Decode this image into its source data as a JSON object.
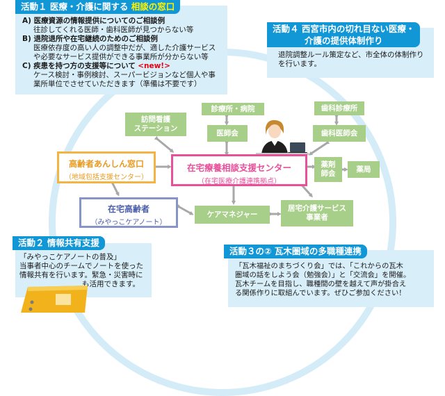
{
  "activity1": {
    "header_a": "活動１ 医療・介護に関する",
    "header_b": "相談の窓口",
    "items": [
      {
        "label": "A) 医療資源の情報提供についてのご相談例",
        "detail": [
          "往診してくれる医師・歯科医師が見つからない等"
        ]
      },
      {
        "label": "B) 退院退所や在宅継続のためのご相談例",
        "detail": [
          "医療依存度の高い人の調整中だが、適した介護サービス",
          "や必要なサービス提供ができる事業所が分からない等"
        ]
      },
      {
        "label": "C) 疾患を持つ方の支援等について",
        "new": "<new!>",
        "detail": [
          "ケース検討・事例検討、スーパービジョンなど個人や事",
          "業所単位でさせていただきます（準備は不要です）"
        ]
      }
    ]
  },
  "activity4": {
    "header_line1": "活動４ 西宮市内の切れ目ない医療・",
    "header_line2": "介護の提供体制作り",
    "body": [
      "退院調整ルール策定など、市全体の体制作り",
      "を行います。"
    ]
  },
  "activity2": {
    "header": "活動２ 情報共有支援",
    "body": [
      "「みやっこケアノートの普及」",
      "当事者中心のチームでノートを使った",
      "情報共有を行います。緊急・災害時に",
      "も活用できます。"
    ]
  },
  "activity3": {
    "header": "活動３の② 瓦木圏域の多職種連携",
    "body": [
      "「瓦木福祉のまちづくり会」では、「これからの瓦木",
      "圏域の話をしよう会（勉強会）」と「交流会」を開催。",
      "瓦木チームを目指し、職種間の壁を越えて声が掛合え",
      "る関係作りに取組んでいます。ぜひご参加ください！"
    ]
  },
  "diagram": {
    "houmon": [
      "訪問看護",
      "ステーション"
    ],
    "shinryojo": "診療所・病院",
    "ishikai": "医師会",
    "shika_shinryojo": "歯科診療所",
    "shika_ishikai": "歯科医師会",
    "center_title": "在宅療養相談支援センター",
    "center_sub": "（在宅医療介護連携拠点）",
    "anshin_title": "高齢者あんしん窓口",
    "anshin_sub": "（地域包括支援センター）",
    "yakuzai": [
      "薬剤",
      "師会"
    ],
    "yakkyoku": "薬局",
    "koureisha_title": "在宅高齢者",
    "koureisha_sub": "（みやっこケアノート）",
    "care_manager": "ケアマネジャー",
    "kyotaku": [
      "居宅介護サービス",
      "事業者"
    ]
  },
  "colors": {
    "header_blue": "#1196d6",
    "panel_bg": "#d8eef8",
    "ring": "#d3ecf7",
    "green_box": "#a8cf8a",
    "center_border": "#e8509a",
    "anshin_border": "#f3b443",
    "koureisha_border": "#8794c8",
    "new_red": "#e60012"
  },
  "icons": [
    "consultant-person-icon",
    "laptop-icon",
    "care-notebook-image"
  ]
}
